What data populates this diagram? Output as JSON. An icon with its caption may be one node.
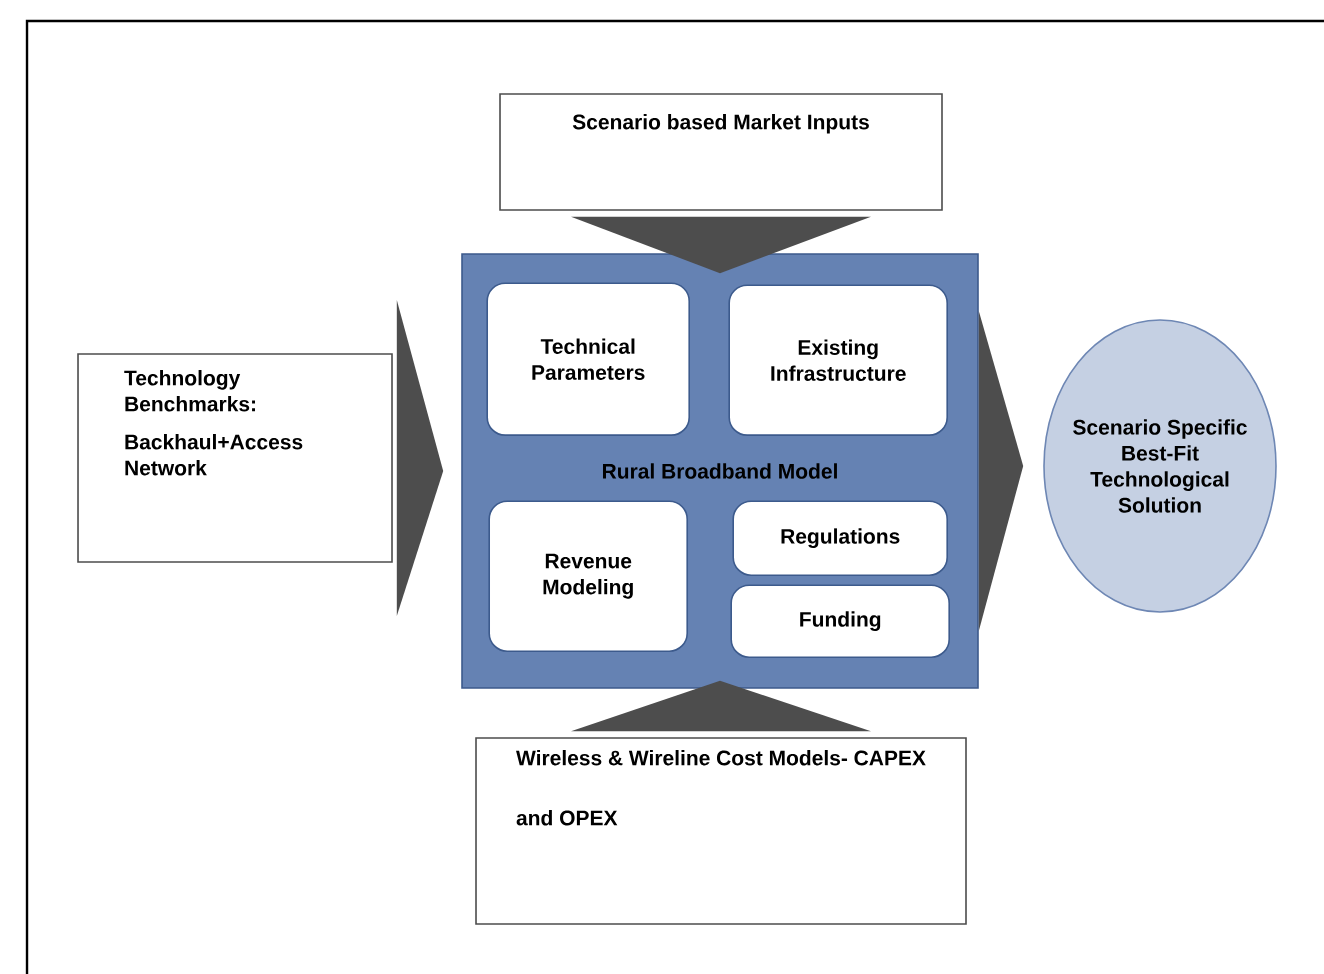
{
  "diagram": {
    "nodes": [
      {
        "text": [
          "Scenario based Market Inputs"
        ]
      },
      {
        "text": [
          "Technology Benchmarks:",
          "Backhaul+Access Network"
        ]
      },
      {
        "text": [
          "Rural Broadband Model"
        ]
      },
      {
        "text": [
          "Technical Parameters"
        ],
        "in": 2
      },
      {
        "text": [
          "Existing Infrastructure"
        ],
        "in": 2
      },
      {
        "text": [
          "Revenue Modeling"
        ],
        "in": 2
      },
      {
        "text": [
          "Regulations"
        ],
        "in": 2
      },
      {
        "text": [
          "Funding"
        ],
        "in": 2
      },
      {
        "text": [
          "Wireless & Wireline Cost Models- CAPEX and OPEX"
        ]
      },
      {
        "text": [
          "Scenario Specific Best-Fit Technological Solution"
        ]
      }
    ],
    "edges": [
      {
        "from": 0,
        "to": 2,
        "arrow": "to"
      },
      {
        "from": 1,
        "to": 2,
        "arrow": "to"
      },
      {
        "from": 8,
        "to": 2,
        "arrow": "to"
      },
      {
        "from": 2,
        "to": 9,
        "arrow": "to"
      }
    ]
  }
}
